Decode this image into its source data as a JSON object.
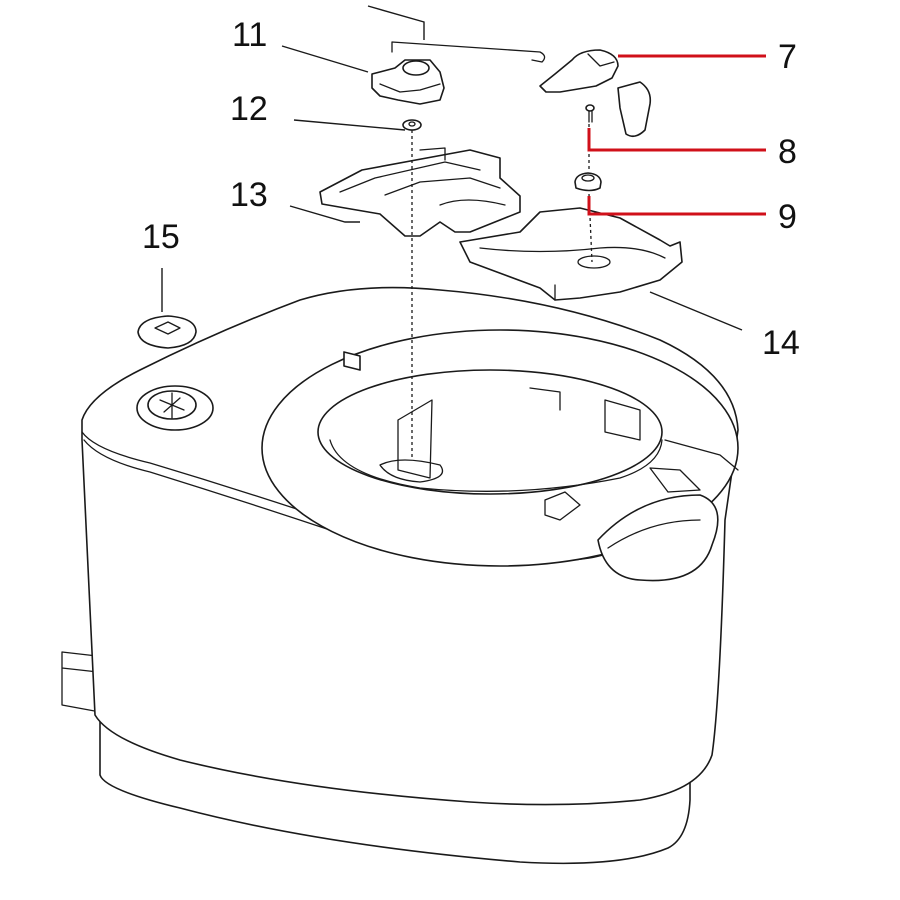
{
  "diagram": {
    "callouts": [
      {
        "id": "c7",
        "label": "7",
        "highlighted": true
      },
      {
        "id": "c8",
        "label": "8",
        "highlighted": true
      },
      {
        "id": "c9",
        "label": "9",
        "highlighted": true
      },
      {
        "id": "c11",
        "label": "11",
        "highlighted": false
      },
      {
        "id": "c12",
        "label": "12",
        "highlighted": false
      },
      {
        "id": "c13",
        "label": "13",
        "highlighted": false
      },
      {
        "id": "c14",
        "label": "14",
        "highlighted": false
      },
      {
        "id": "c15",
        "label": "15",
        "highlighted": false
      }
    ],
    "colors": {
      "highlight_leader": "#d0101a",
      "ink": "#1a1a1a",
      "background": "#ffffff"
    }
  }
}
